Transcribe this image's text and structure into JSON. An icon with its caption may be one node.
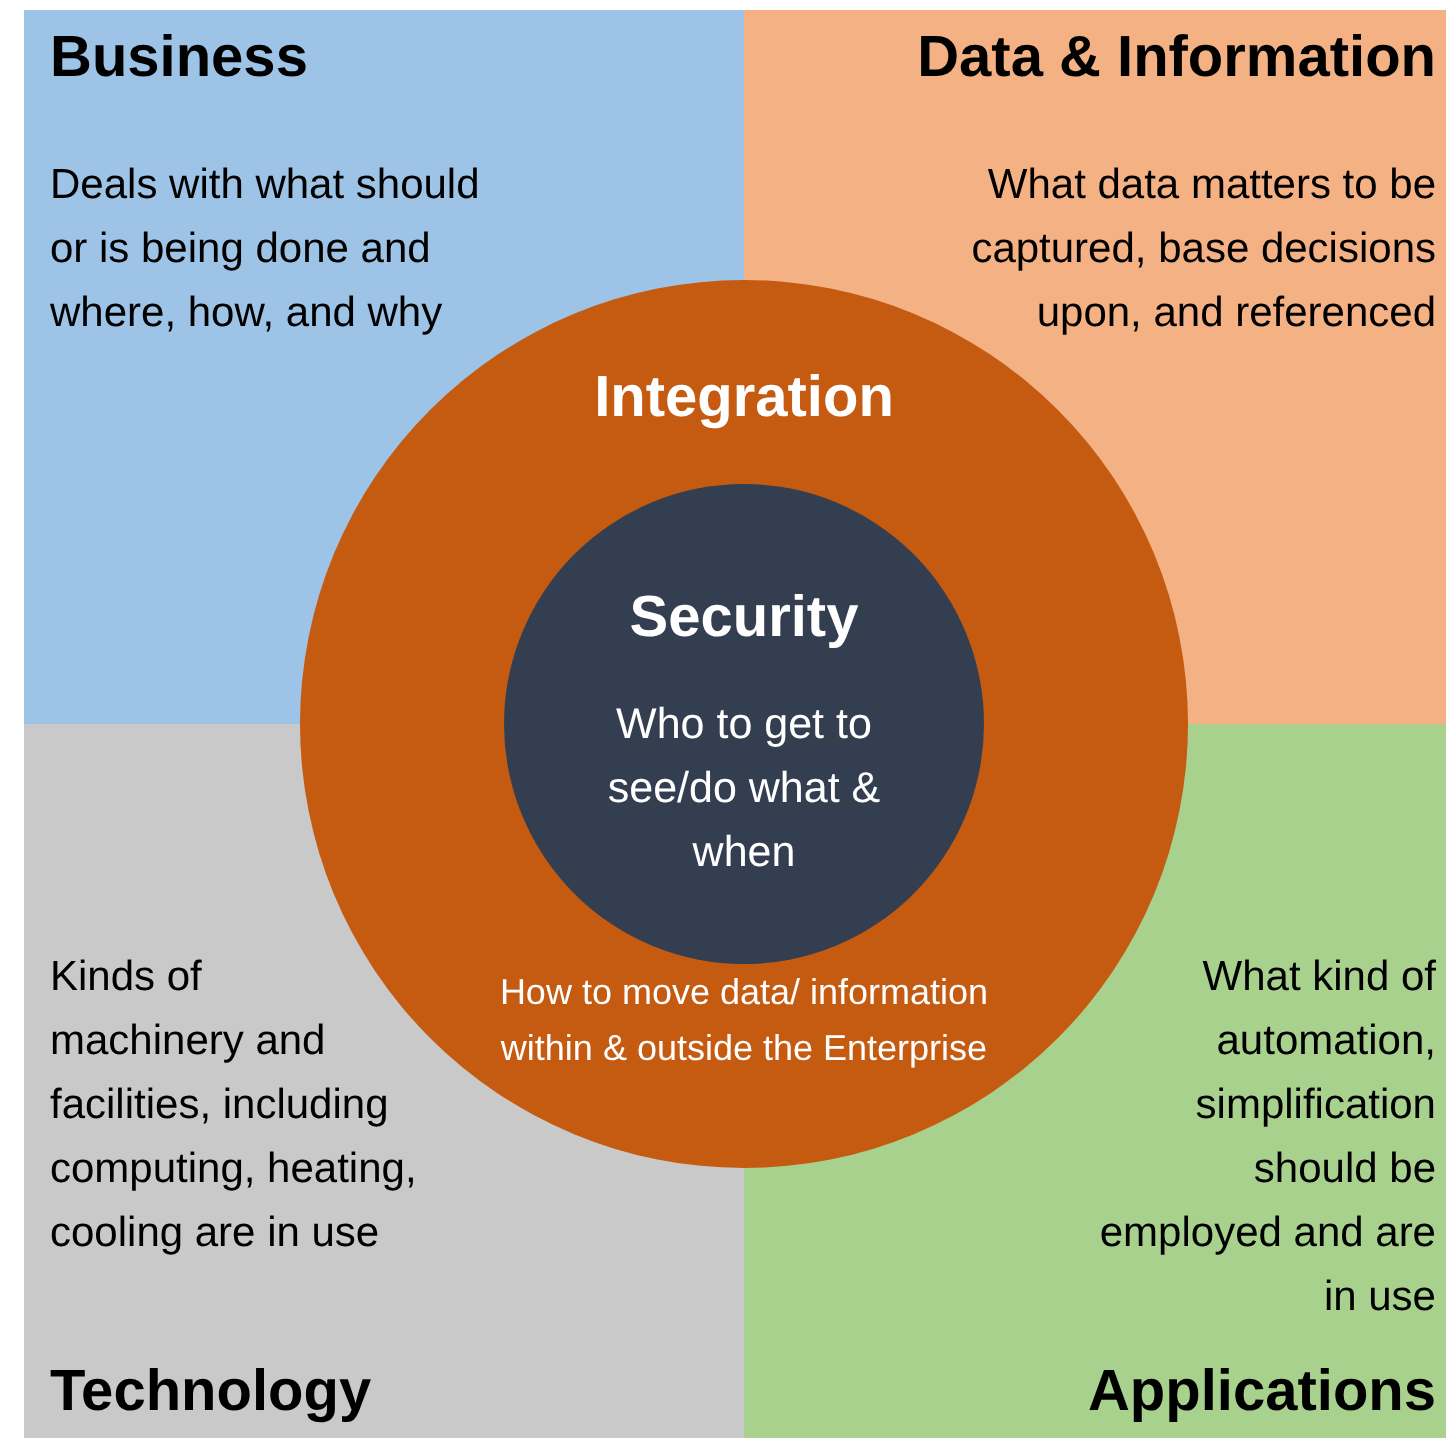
{
  "diagram": {
    "nodes": [
      {
        "text": [
          "Business",
          "Deals with what should or is being done and where, how, and why"
        ]
      },
      {
        "text": [
          "Data & Information",
          "What data matters to be captured, base decisions upon, and referenced"
        ]
      },
      {
        "text": [
          "Integration",
          "How to move data/ information within & outside the Enterprise"
        ]
      },
      {
        "text": [
          "Security",
          "Who to get to see/do what & when"
        ],
        "in": 2
      },
      {
        "text": [
          "Kinds of machinery and facilities, including computing, heating, cooling are in use",
          "Technology"
        ]
      },
      {
        "text": [
          "What kind of automation, simplification should be employed and are in use",
          "Applications"
        ]
      }
    ]
  }
}
